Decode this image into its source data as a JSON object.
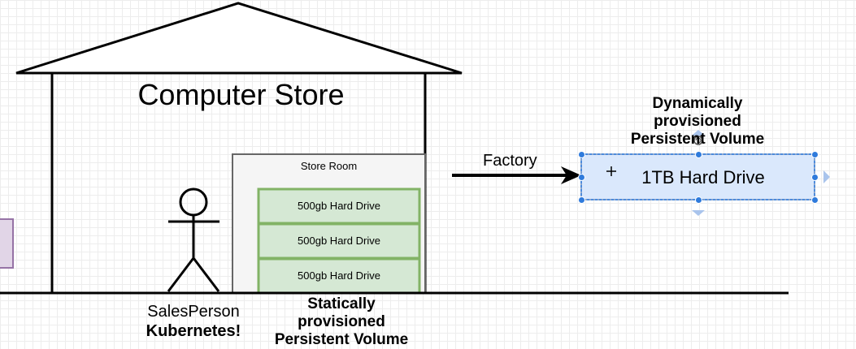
{
  "store": {
    "title": "Computer Store"
  },
  "store_room": {
    "label": "Store Room",
    "drives": [
      "500gb Hard Drive",
      "500gb Hard Drive",
      "500gb Hard Drive"
    ]
  },
  "person": {
    "name": "SalesPerson",
    "role": "Kubernetes!"
  },
  "static_pv": {
    "line1": "Statically",
    "line2": "provisioned",
    "line3": "Persistent Volume"
  },
  "factory": {
    "label": "Factory"
  },
  "dynamic_pv": {
    "line1": "Dynamically",
    "line2": "provisioned",
    "line3": "Persistent Volume"
  },
  "selected_shape": {
    "label": "1TB Hard Drive"
  },
  "colors": {
    "drive_fill": "#d5e8d4",
    "drive_stroke": "#82b366",
    "selection_fill": "#dae8fc",
    "selection_accent": "#2f7bdc",
    "side_box_fill": "#e1d5e7",
    "side_box_stroke": "#9673a6"
  }
}
